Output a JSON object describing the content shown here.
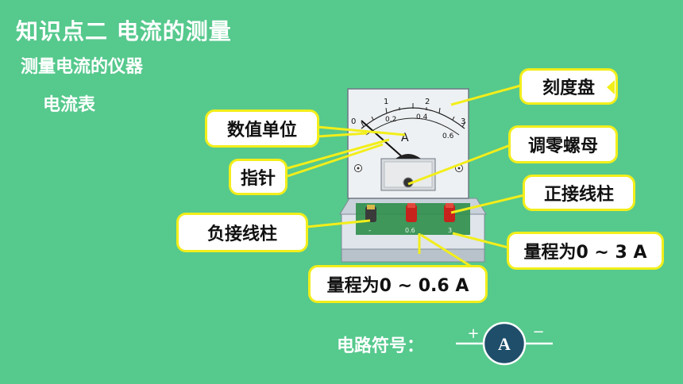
{
  "title": "知识点二 电流的测量",
  "subtitle": "测量电流的仪器",
  "instrument_name": "电流表",
  "meter": {
    "scale_top": [
      "0",
      "1",
      "2",
      "3"
    ],
    "scale_bottom": [
      "0.2",
      "0.4",
      "0.6"
    ],
    "unit": "A",
    "terminals": [
      "-",
      "0.6",
      "3"
    ]
  },
  "callouts": {
    "dial": "刻度盘",
    "unit": "数值单位",
    "zero_adjust": "调零螺母",
    "pointer": "指针",
    "positive_post": "正接线柱",
    "negative_post": "负接线柱",
    "range_3": "量程为0 ~ 3 A",
    "range_06": "量程为0 ~ 0.6 A"
  },
  "circuit_symbol": {
    "label": "电路符号：",
    "letter": "A",
    "plus": "+",
    "minus": "−"
  },
  "colors": {
    "background": "#56c98d",
    "callout_border": "#f2ee1a",
    "symbol_fill": "#1f4e6b"
  }
}
